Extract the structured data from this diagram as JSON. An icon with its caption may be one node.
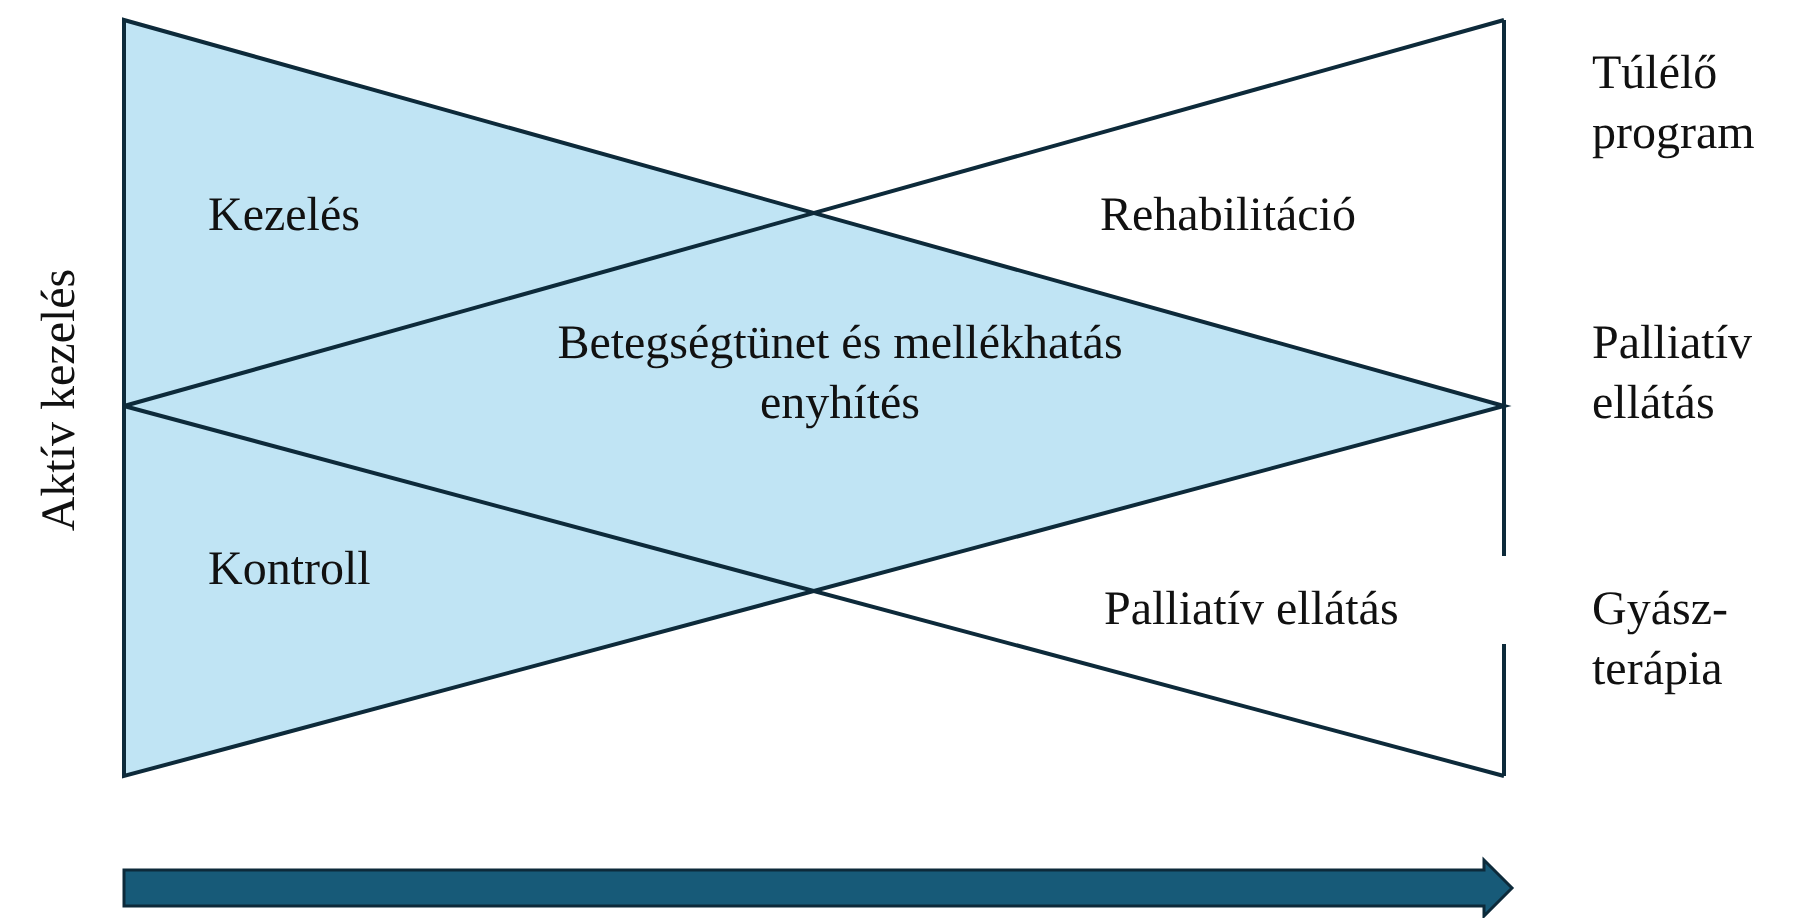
{
  "diagram": {
    "labels": [
      "Túlélő program",
      "Kezelés",
      "Rehabilitáció",
      "Aktív kezelés",
      "Betegségtünet és mellékhatás enyhítés",
      "Palliatív ellátás",
      "Kontroll",
      "Palliatív ellátás",
      "Gyász- terápia"
    ]
  }
}
